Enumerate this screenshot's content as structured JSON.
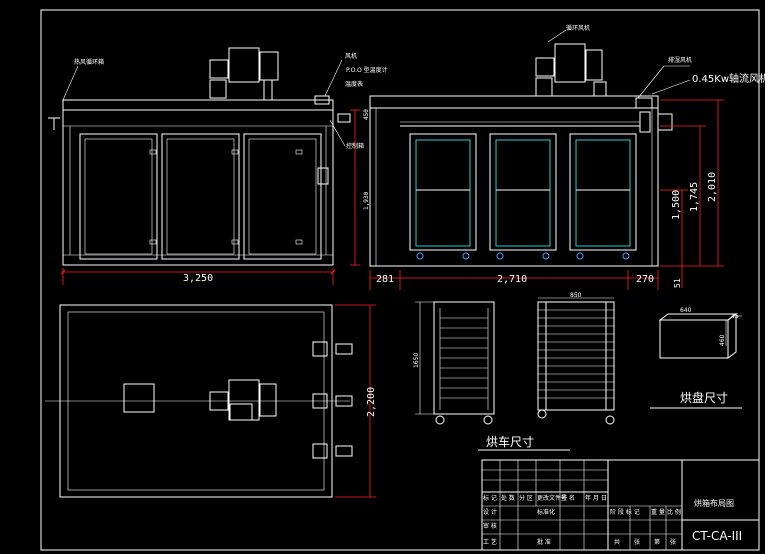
{
  "drawing": {
    "colors": {
      "background": "#000000",
      "line": "#ffffff",
      "dimension": "#ff2020",
      "hatch": "#33ffff"
    },
    "front_view": {
      "label_top_left": "热风循环箱",
      "label_motor": "风机",
      "label_thermo": "温度表",
      "label_thermo_spec": "P.O.O 型温度计",
      "label_control": "控制箱",
      "width_dim": "3,250",
      "height_dim": "1,930",
      "top_offset": "450"
    },
    "side_view": {
      "label_motor": "循环风机",
      "label_exhaust": "排湿风机",
      "label_power": "0.45Kw轴流风机",
      "dim_left": "281",
      "dim_mid": "2,710",
      "dim_right": "270",
      "dim_1500": "1,500",
      "dim_1745": "1,745",
      "dim_2010": "2,010",
      "dim_small": "51"
    },
    "plan_view": {
      "depth_dim": "2,200"
    },
    "trolley": {
      "caption": "烘车尺寸",
      "height_dim": "1650",
      "width_dim": "850"
    },
    "tray": {
      "caption": "烘盘尺寸",
      "dim_w": "640",
      "dim_h": "460",
      "dim_t": "45"
    },
    "title_block": {
      "title": "烘箱布局图",
      "code": "CT-CA-III",
      "row1": [
        "标 记",
        "处 数",
        "分 区",
        "更改文件号",
        "签 名",
        "年 月 日"
      ],
      "row2": [
        "设 计",
        "",
        "标准化",
        ""
      ],
      "row3": [
        "审 核",
        "",
        "",
        ""
      ],
      "row4": [
        "工 艺",
        "",
        "批 准",
        ""
      ],
      "right_row1": [
        "阶 段 标 记",
        "重 量",
        "比 例"
      ],
      "right_row2": [
        "共",
        "张",
        "第",
        "张"
      ]
    }
  }
}
